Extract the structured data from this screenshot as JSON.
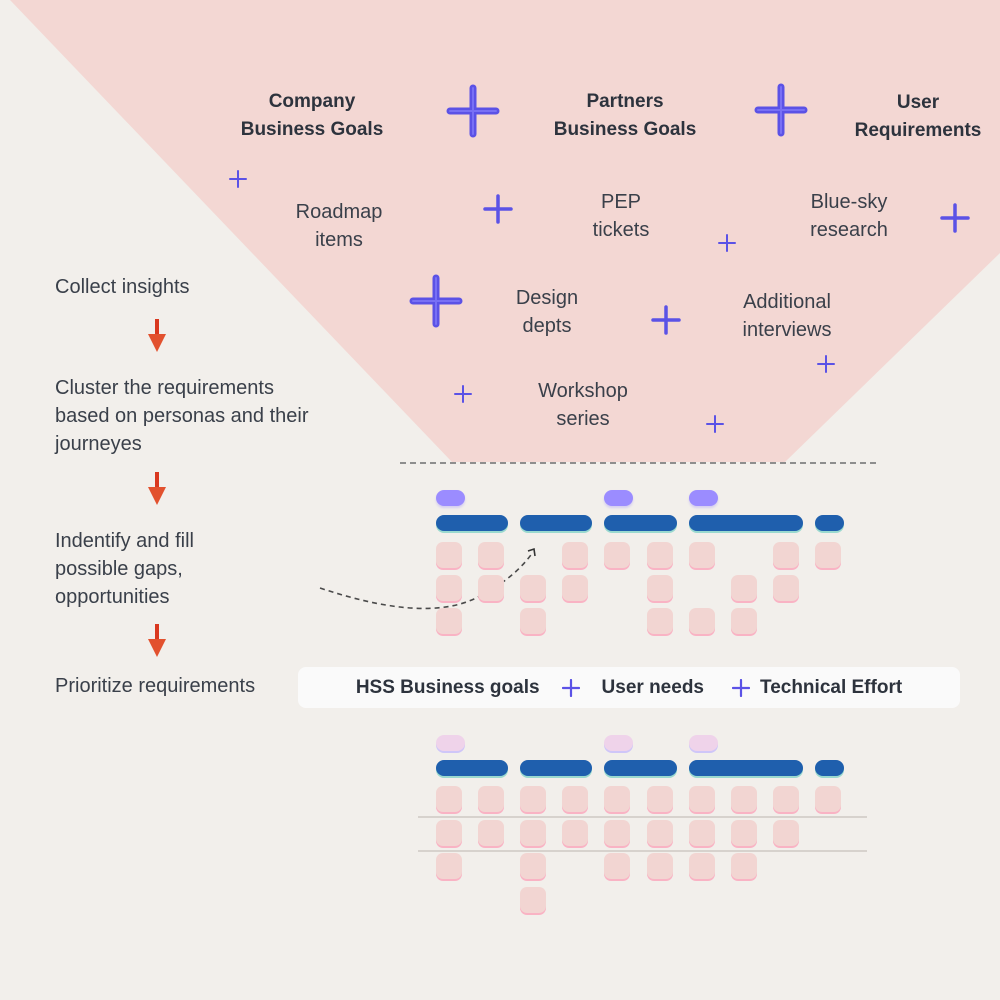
{
  "colors": {
    "background": "#f2efeb",
    "funnel": "#f3d7d3",
    "plus": "#5b52e6",
    "arrow": "#e04b2a",
    "bar": "#1f5fad",
    "cell": "#f2d5d2",
    "tag_strong": "#9b8cff",
    "tag_light": "#efd3ea"
  },
  "funnel": {
    "sources": [
      {
        "id": "company",
        "line1": "Company",
        "line2": "Business Goals"
      },
      {
        "id": "partners",
        "line1": "Partners",
        "line2": "Business Goals"
      },
      {
        "id": "user",
        "line1": "User",
        "line2": "Requirements"
      }
    ],
    "items": [
      {
        "id": "roadmap",
        "line1": "Roadmap",
        "line2": "items"
      },
      {
        "id": "pep",
        "line1": "PEP",
        "line2": "tickets"
      },
      {
        "id": "bluesky",
        "line1": "Blue-sky",
        "line2": "research"
      },
      {
        "id": "design",
        "line1": "Design",
        "line2": "depts"
      },
      {
        "id": "interviews",
        "line1": "Additional",
        "line2": "interviews"
      },
      {
        "id": "workshop",
        "line1": "Workshop",
        "line2": "series"
      }
    ]
  },
  "steps": [
    {
      "id": "collect",
      "label": "Collect insights"
    },
    {
      "id": "cluster",
      "label": "Cluster the requirements\nbased on personas and their\njourneyes"
    },
    {
      "id": "identify",
      "label": "Indentify and fill\npossible gaps,\nopportunities"
    },
    {
      "id": "prioritize",
      "label": "Prioritize requirements"
    }
  ],
  "priority": {
    "items": [
      "HSS Business goals",
      "User needs",
      "Technical Effort"
    ]
  },
  "clusters": {
    "columns": 10,
    "upper": {
      "tags": [
        0,
        4,
        6
      ],
      "groups": [
        [
          0,
          1
        ],
        [
          2,
          3
        ],
        [
          4,
          5
        ],
        [
          6,
          8
        ],
        [
          9,
          9
        ]
      ],
      "rows": [
        [
          0,
          1,
          3,
          4,
          5,
          6,
          8,
          9
        ],
        [
          0,
          1,
          2,
          3,
          5,
          7,
          8
        ],
        [
          0,
          2,
          5,
          6,
          7
        ]
      ]
    },
    "lower": {
      "tags": [
        0,
        4,
        6
      ],
      "groups": [
        [
          0,
          1
        ],
        [
          2,
          3
        ],
        [
          4,
          5
        ],
        [
          6,
          8
        ],
        [
          9,
          9
        ]
      ],
      "rows": [
        [
          0,
          1,
          2,
          3,
          4,
          5,
          6,
          7,
          8,
          9
        ],
        [
          0,
          1,
          2,
          3,
          4,
          5,
          6,
          7,
          8
        ],
        [
          0,
          2,
          4,
          5,
          6,
          7
        ],
        [
          2
        ]
      ]
    }
  }
}
